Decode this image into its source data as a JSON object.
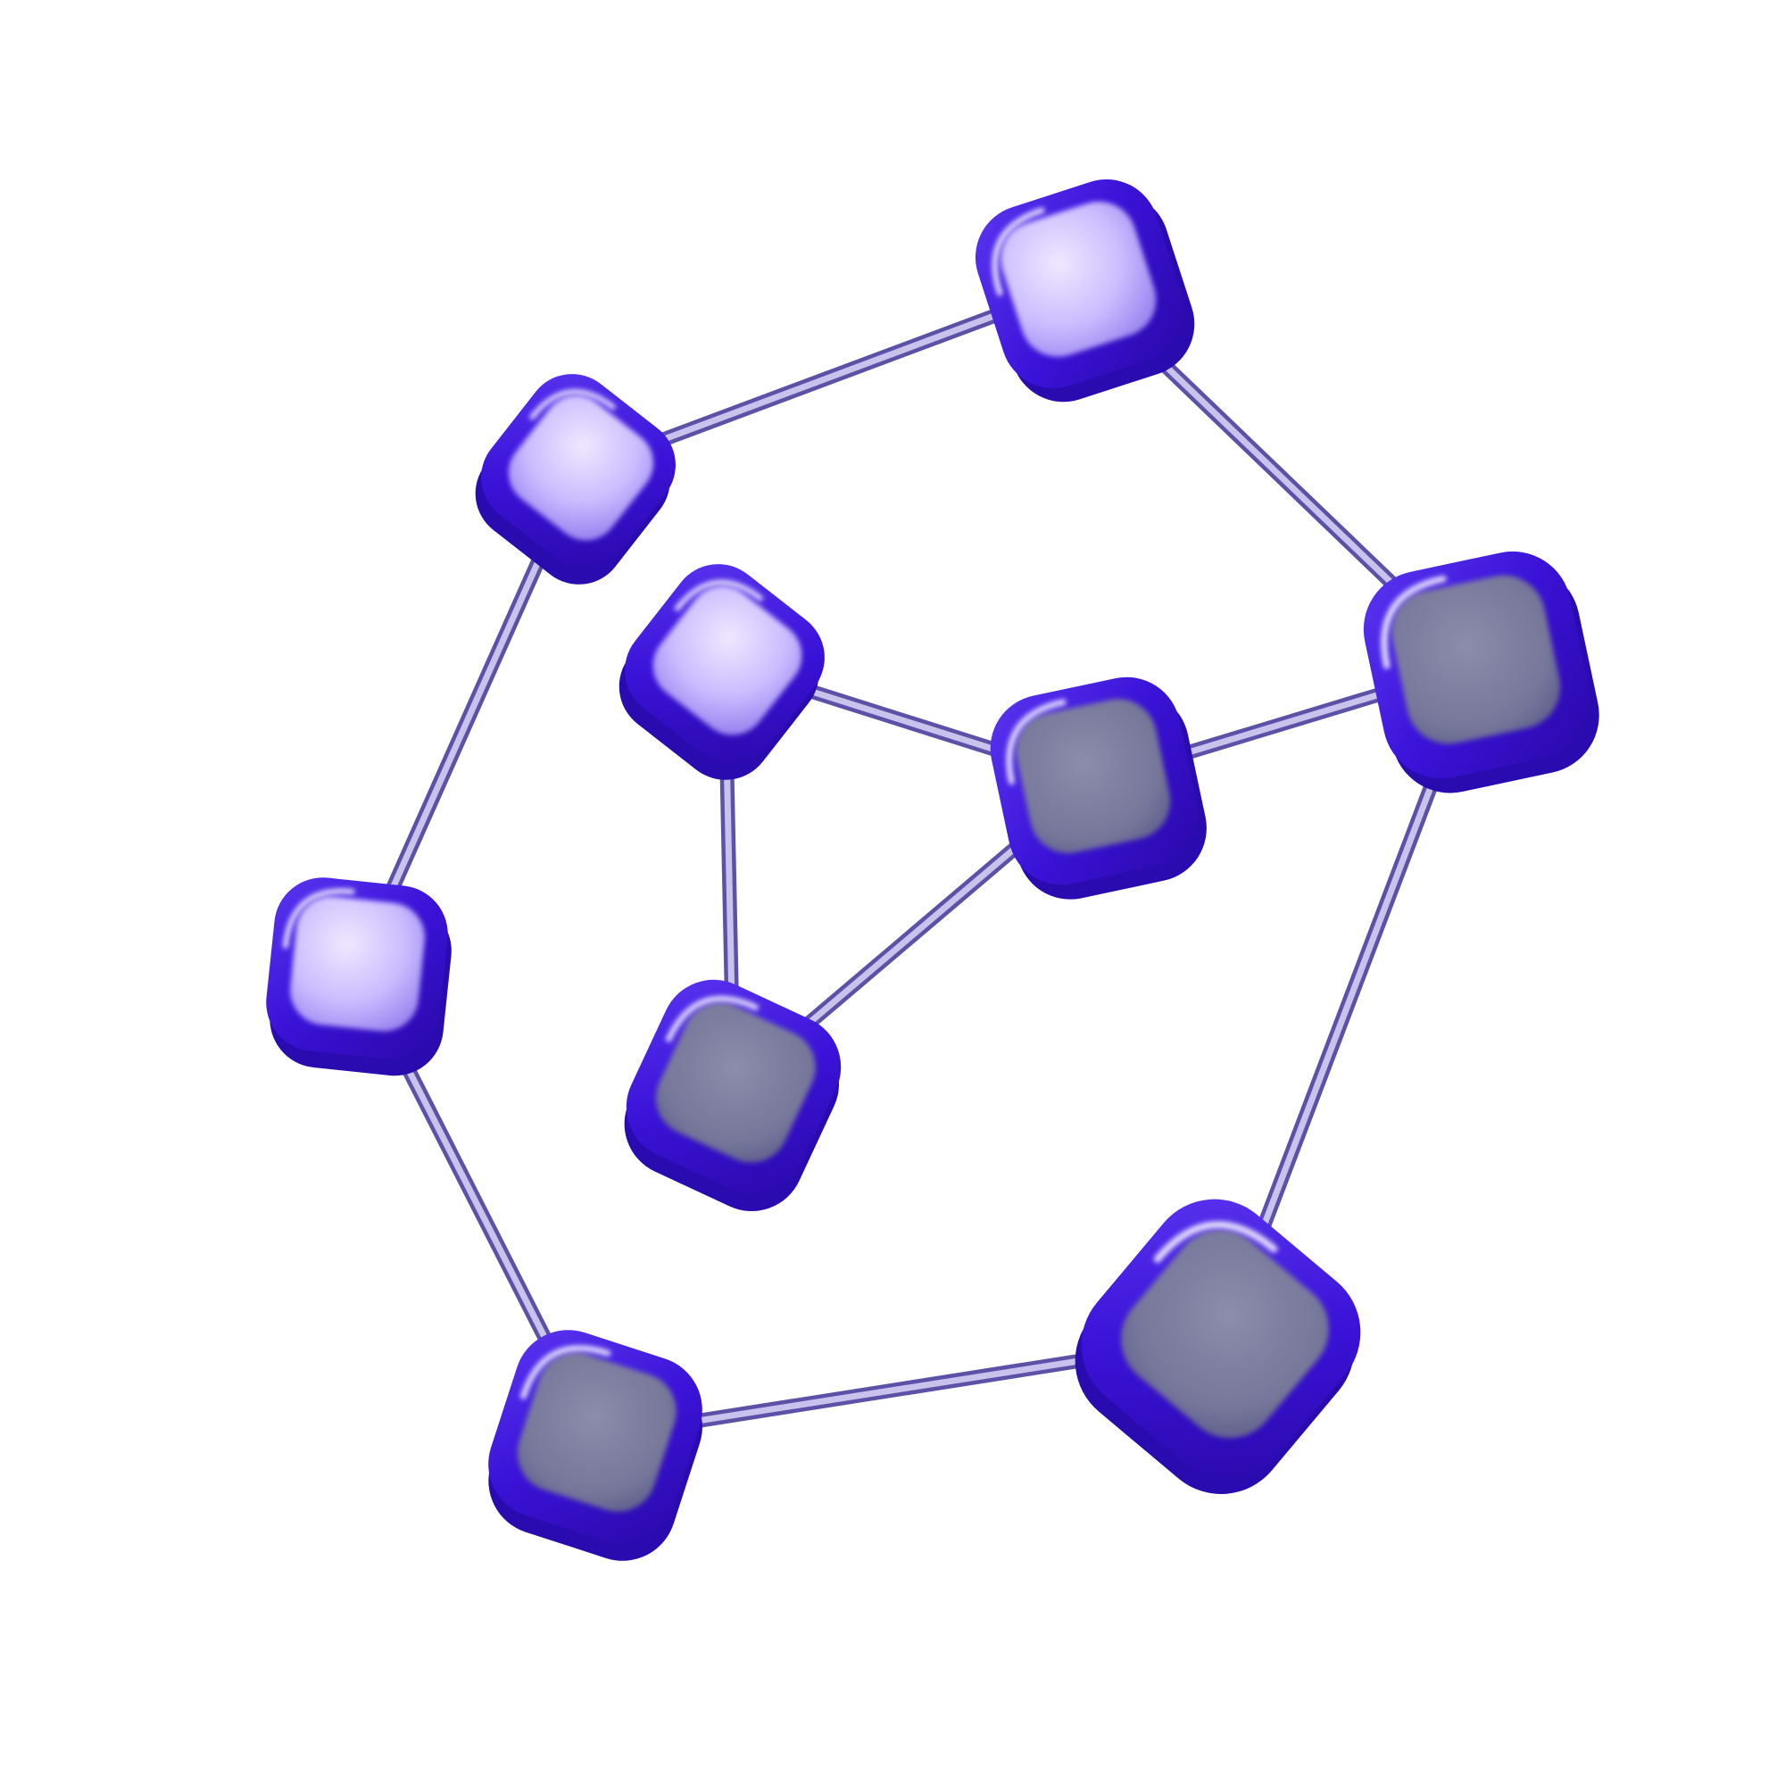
{
  "illustration": {
    "subject": "3d-molecular-network",
    "background_color": "#ffffff",
    "colors": {
      "node_rim": "#3b14d6",
      "node_rim_dark": "#2a0bb0",
      "node_face_light": "#d9ccff",
      "node_face_dark": "#7a7a9a",
      "node_highlight": "#ffffff",
      "link_light": "#c9c2ec",
      "link_dark": "#5b52a8"
    },
    "nodes": [
      {
        "id": "top-node",
        "face": "light"
      },
      {
        "id": "upper-left-node",
        "face": "light"
      },
      {
        "id": "inner-top-node",
        "face": "light"
      },
      {
        "id": "center-node",
        "face": "dark"
      },
      {
        "id": "right-node",
        "face": "dark"
      },
      {
        "id": "left-node",
        "face": "light"
      },
      {
        "id": "inner-bottom-node",
        "face": "dark"
      },
      {
        "id": "bottom-left-node",
        "face": "dark"
      },
      {
        "id": "bottom-right-node",
        "face": "dark"
      }
    ],
    "links": [
      [
        "upper-left-node",
        "top-node"
      ],
      [
        "top-node",
        "right-node"
      ],
      [
        "upper-left-node",
        "left-node"
      ],
      [
        "left-node",
        "bottom-left-node"
      ],
      [
        "bottom-left-node",
        "bottom-right-node"
      ],
      [
        "bottom-right-node",
        "right-node"
      ],
      [
        "inner-top-node",
        "center-node"
      ],
      [
        "center-node",
        "right-node"
      ],
      [
        "inner-top-node",
        "inner-bottom-node"
      ],
      [
        "center-node",
        "inner-bottom-node"
      ]
    ]
  }
}
